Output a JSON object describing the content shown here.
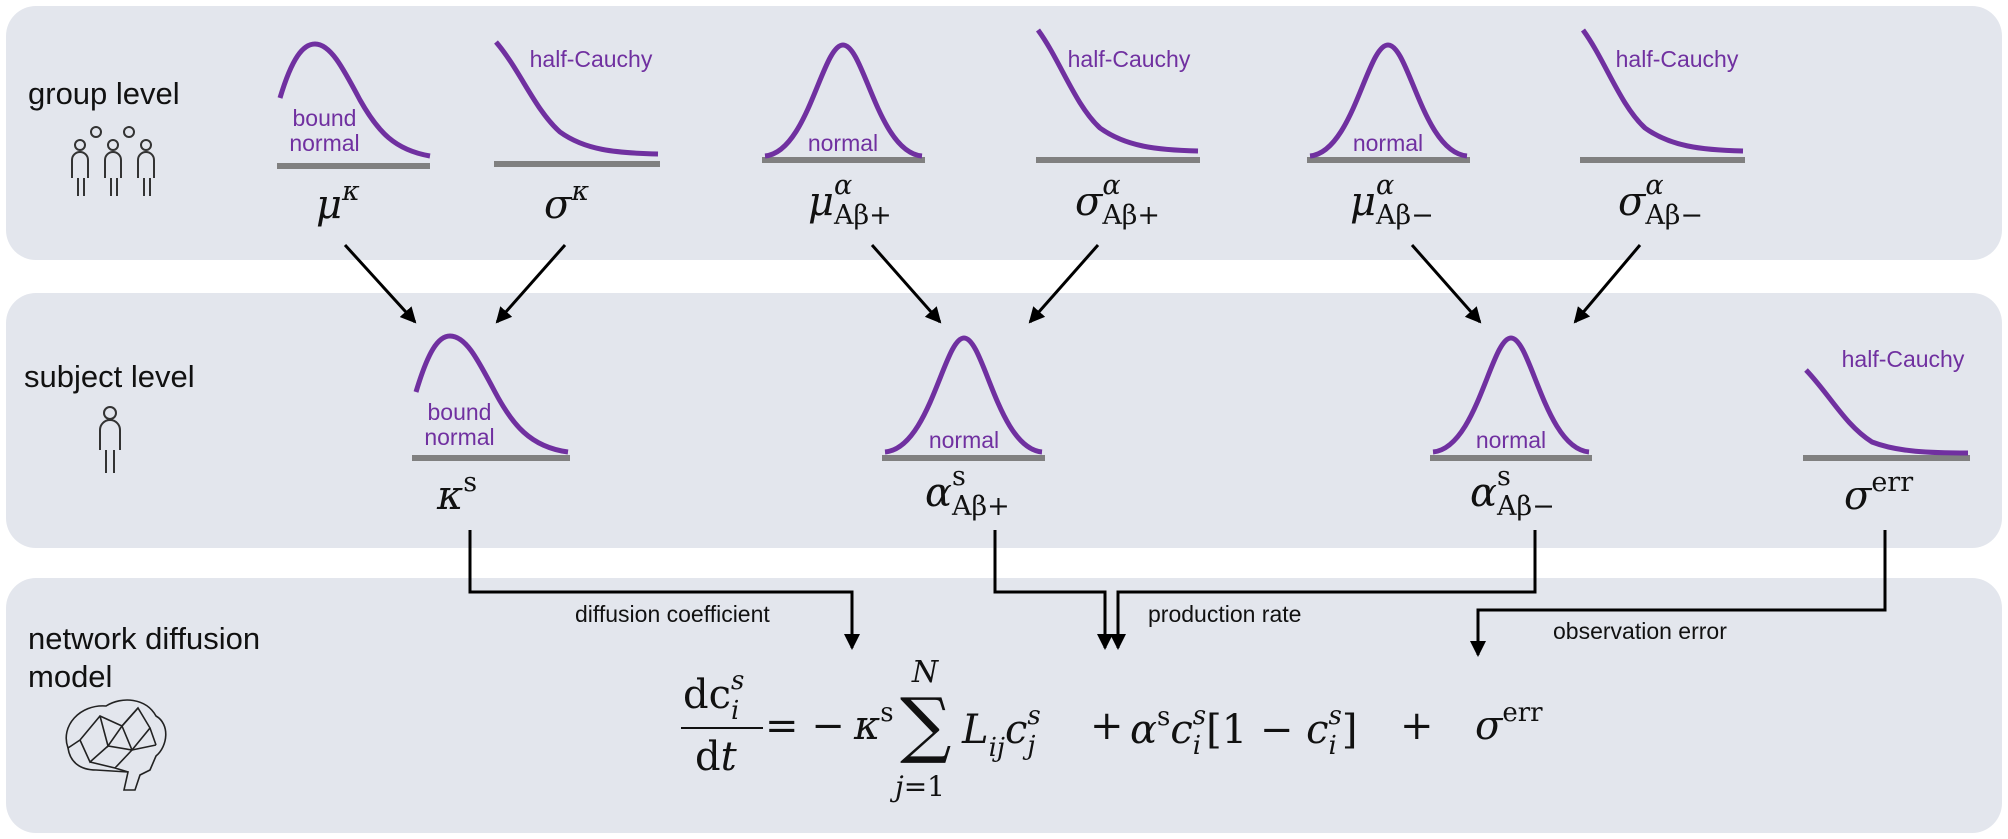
{
  "levels": {
    "group": "group level",
    "subject": "subject level",
    "network": "network diffusion\nmodel"
  },
  "distributions": {
    "bound_normal": "bound\nnormal",
    "normal": "normal",
    "half_cauchy": "half-Cauchy"
  },
  "symbols": {
    "mu": "μ",
    "sigma": "σ",
    "kappa": "κ",
    "alpha": "α",
    "s": "s",
    "err": "err",
    "ab_plus": "Aβ+",
    "ab_minus": "Aβ−"
  },
  "arrow_labels": {
    "diffusion": "diffusion coefficient",
    "production": "production rate",
    "observation": "observation error"
  },
  "equation": {
    "dc": "dc",
    "i": "i",
    "s": "s",
    "dt": "dt",
    "eq_minus": "= −",
    "kappa": "κ",
    "N": "N",
    "j1": "j=1",
    "L": "L",
    "ij": "ij",
    "c": "c",
    "j": "j",
    "plus": "+",
    "alpha": "α",
    "bracket_open": "[1 − ",
    "bracket_close": "]",
    "plus2": "+",
    "sigma": "σ",
    "err": "err"
  },
  "colors": {
    "panel_bg": "#e3e6ed",
    "curve": "#7030a0",
    "baseline": "#808080",
    "arrow": "#000000"
  },
  "icons": [
    "people-group-icon",
    "person-icon",
    "brain-network-icon"
  ]
}
